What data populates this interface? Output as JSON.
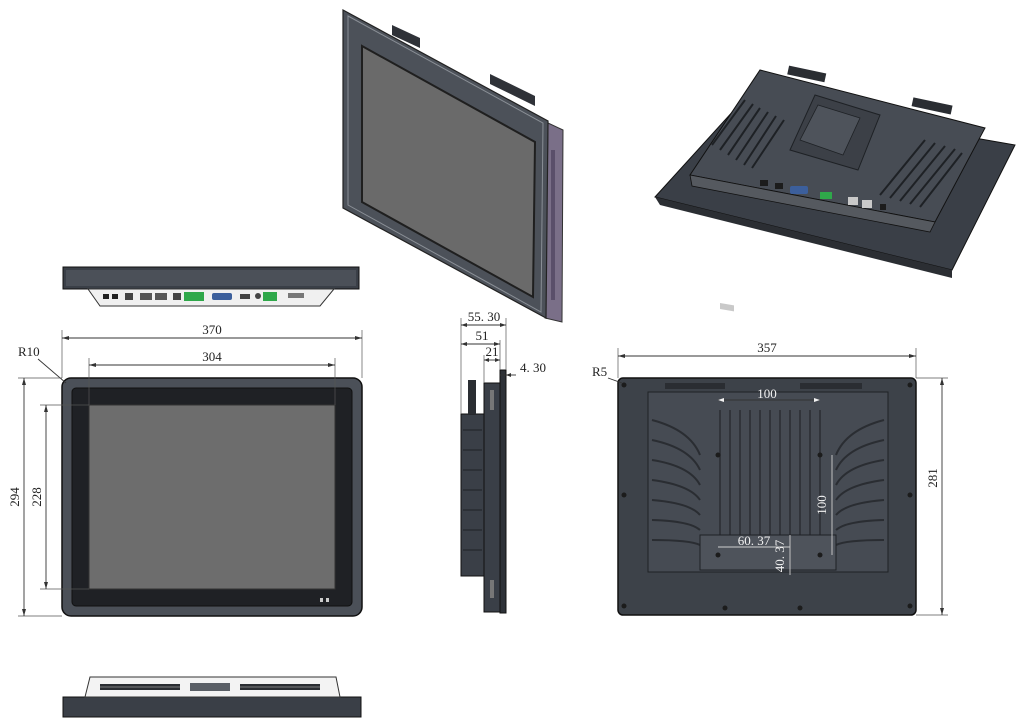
{
  "colors": {
    "panel_dark": "#3a3f47",
    "panel_mid": "#4b5058",
    "panel_light": "#6b7078",
    "screen": "#6d6d6d",
    "bezel_edge": "#8a8f96",
    "fin": "#2a2d32",
    "connector_green": "#2fa84a",
    "connector_blue": "#3c5f9c",
    "line": "#333333"
  },
  "dimensions": {
    "front_width": "370",
    "front_screen_width": "304",
    "front_corner_radius": "R10",
    "front_height": "294",
    "front_screen_height": "228",
    "side_depth_total": "55. 30",
    "side_depth_body": "51",
    "side_depth_bezel": "21",
    "side_bezel_thickness": "4. 30",
    "rear_width": "357",
    "rear_corner_radius": "R5",
    "rear_height": "281",
    "rear_vesa_width": "100",
    "rear_vesa_height": "100",
    "rear_offset_x": "60. 37",
    "rear_offset_y": "40. 37"
  },
  "icons": {
    "iso_front": "panel-pc-front-isometric-icon",
    "iso_back": "panel-pc-rear-isometric-icon",
    "top_view": "panel-pc-top-view-icon",
    "bottom_view": "panel-pc-bottom-view-icon"
  }
}
